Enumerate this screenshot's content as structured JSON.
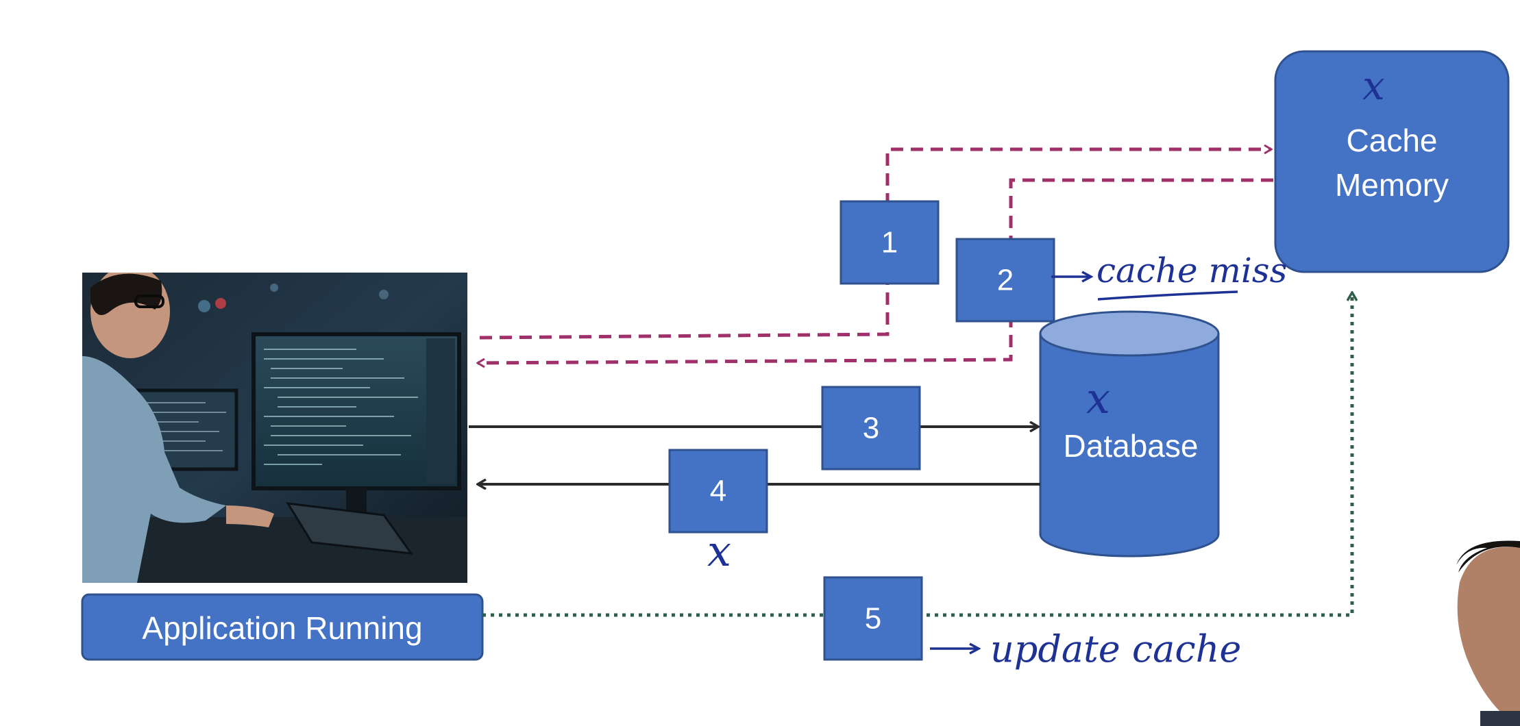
{
  "app_box": {
    "label": "Application Running"
  },
  "cache": {
    "line1": "Cache",
    "line2": "Memory",
    "annotation": "x"
  },
  "database": {
    "label": "Database",
    "annotation": "x"
  },
  "steps": [
    {
      "label": "1"
    },
    {
      "label": "2",
      "annotation": "cache miss"
    },
    {
      "label": "3"
    },
    {
      "label": "4",
      "annotation": "x"
    },
    {
      "label": "5",
      "annotation": "update cache"
    }
  ],
  "colors": {
    "box_fill": "#4472c4",
    "box_stroke": "#2f528f",
    "cache_path": "#a0306a",
    "db_path": "#2b2b2b",
    "update_path": "#2f5f4a",
    "handwriting": "#1e3296"
  }
}
